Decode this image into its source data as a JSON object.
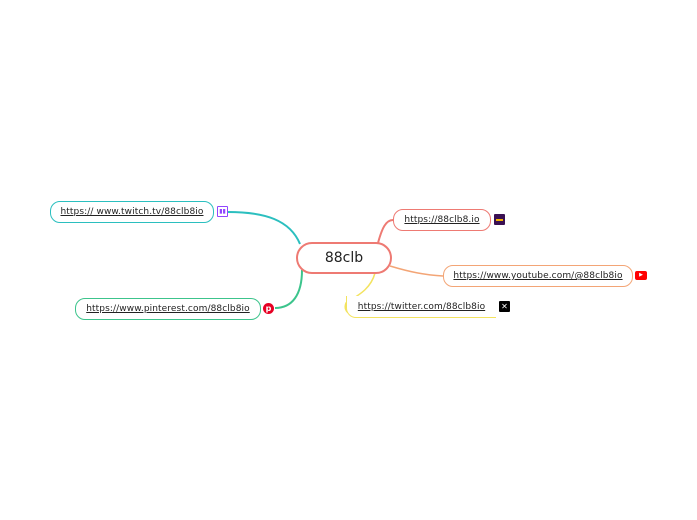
{
  "central": {
    "label": "88clb"
  },
  "topics": [
    {
      "id": "twitch",
      "label": "https:// www.twitch.tv/88clb8io",
      "icon": "twitch-icon",
      "color": "#2bbfbf"
    },
    {
      "id": "pinterest",
      "label": "https://www.pinterest.com/88clb8io",
      "icon": "pinterest-icon",
      "color": "#3cc48c"
    },
    {
      "id": "site",
      "label": "https://88clb8.io",
      "icon": "site-favicon-icon",
      "color": "#ee7a73"
    },
    {
      "id": "youtube",
      "label": "https://www.youtube.com/@88clb8io",
      "icon": "youtube-icon",
      "color": "#f3a576"
    },
    {
      "id": "twitter",
      "label": "https://twitter.com/88clb8io",
      "icon": "x-twitter-icon",
      "color": "#f3e35f"
    }
  ],
  "colors": {
    "central_border": "#ee7a73",
    "twitch_icon": "#9146ff",
    "pinterest_icon": "#e60023",
    "youtube_icon": "#ff0000",
    "x_icon": "#000000",
    "site_icon": "#3a1052"
  }
}
